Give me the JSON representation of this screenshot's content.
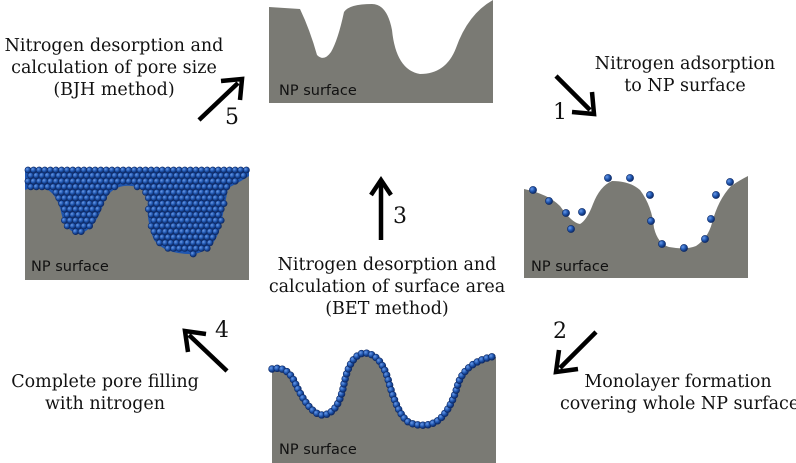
{
  "surface_label": "NP surface",
  "steps": [
    {
      "number": "1",
      "text_lines": [
        "Nitrogen adsorption",
        "to NP surface"
      ]
    },
    {
      "number": "2",
      "text_lines": [
        "Monolayer formation",
        "covering whole NP surface"
      ]
    },
    {
      "number": "3",
      "text_lines": [
        "Nitrogen desorption and",
        "calculation of surface area",
        "(BET method)"
      ]
    },
    {
      "number": "4",
      "text_lines": [
        "Complete pore filling",
        "with nitrogen"
      ]
    },
    {
      "number": "5",
      "text_lines": [
        "Nitrogen desorption and",
        "calculation of pore size",
        "(BJH method)"
      ]
    }
  ],
  "colors": {
    "surface": "#7a7a74",
    "molecule": "#1f56b0",
    "molecule_edge": "#0e2a66",
    "arrow": "#000000"
  }
}
